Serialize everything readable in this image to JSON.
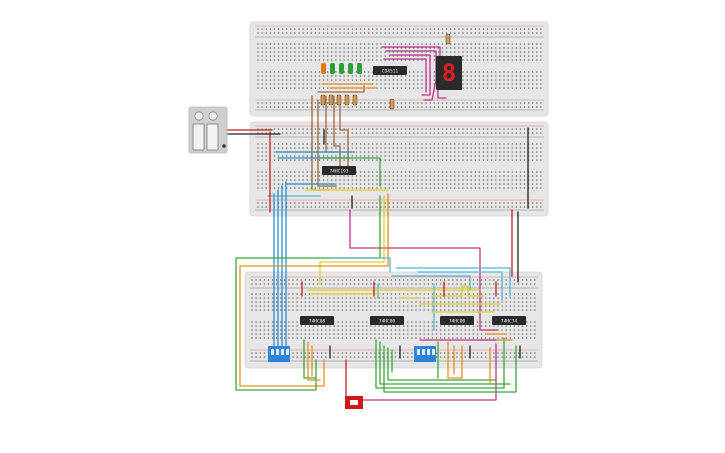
{
  "colors": {
    "board": "#e6e6e6",
    "board_edge": "#d2d2d2",
    "hole": "#6a6a6a",
    "rail_red": "#d42a2a",
    "rail_dark": "#2b2b2b",
    "chip": "#2a2a2a",
    "seg": "#e02020",
    "wire_brown": "#a0683a",
    "wire_pink": "#c2308f",
    "wire_blue": "#2a8fd0",
    "wire_cyan": "#52b8d6",
    "wire_green": "#39a83a",
    "wire_orange": "#e8901c",
    "wire_yellow": "#e6cc24",
    "wire_red": "#c81e1e",
    "wire_black": "#222222",
    "dip_switch": "#2d83d8",
    "led_green": "#2e9d3a",
    "led_orange": "#e07a14",
    "buzzer_red": "#d11919"
  },
  "components": {
    "top_chip": "CD4511",
    "mid_chip": "74HC193",
    "bottom_chips": [
      "74HC08",
      "74HC00",
      "74HC00",
      "74HC74"
    ],
    "display_digit": "8",
    "power_supply_icon": "battery-icon",
    "dip_switch_icon": "dip-switch-icon",
    "push_button_icon": "push-button-icon"
  }
}
